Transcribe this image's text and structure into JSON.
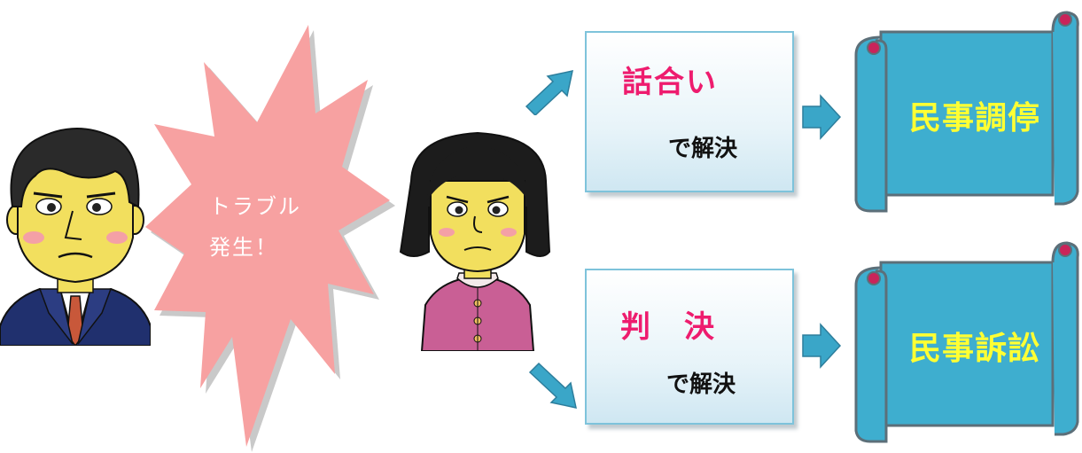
{
  "burst": {
    "line1": "トラブル",
    "line2": "発生！"
  },
  "option_top": {
    "title": "話合い",
    "suffix": "で解決"
  },
  "option_bottom": {
    "title": "判　決",
    "suffix": "で解決"
  },
  "result_top": "民事調停",
  "result_bottom": "民事訴訟",
  "colors": {
    "option_title": "#ee1c6e",
    "scroll_text": "#ffff33",
    "burst": "#f7a1a1",
    "scroll": "#3eaecf"
  }
}
